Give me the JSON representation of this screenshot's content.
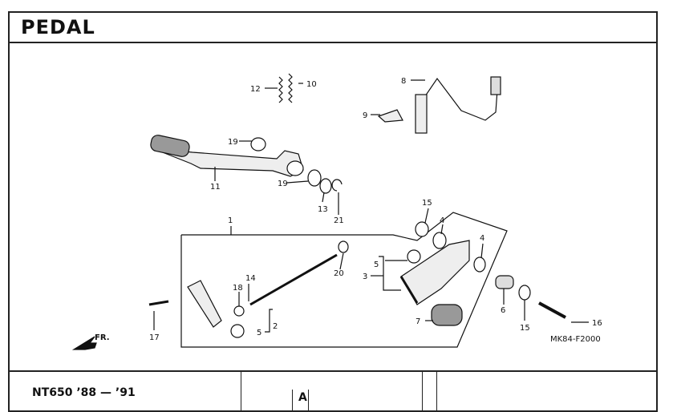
{
  "header": {
    "title": "PEDAL"
  },
  "diagram": {
    "ref_code": "MK84-F2000",
    "direction_label": "FR.",
    "callouts": {
      "c1": "1",
      "c2": "2",
      "c3": "3",
      "c4a": "4",
      "c4b": "4",
      "c5a": "5",
      "c5b": "5",
      "c6": "6",
      "c7": "7",
      "c8": "8",
      "c9": "9",
      "c10": "10",
      "c11": "11",
      "c12": "12",
      "c13": "13",
      "c14": "14",
      "c15a": "15",
      "c15b": "15",
      "c16": "16",
      "c17": "17",
      "c18": "18",
      "c19a": "19",
      "c19b": "19",
      "c20": "20",
      "c21": "21"
    }
  },
  "footer": {
    "model": "NT650 ’88 — ’91",
    "revision": "A"
  }
}
